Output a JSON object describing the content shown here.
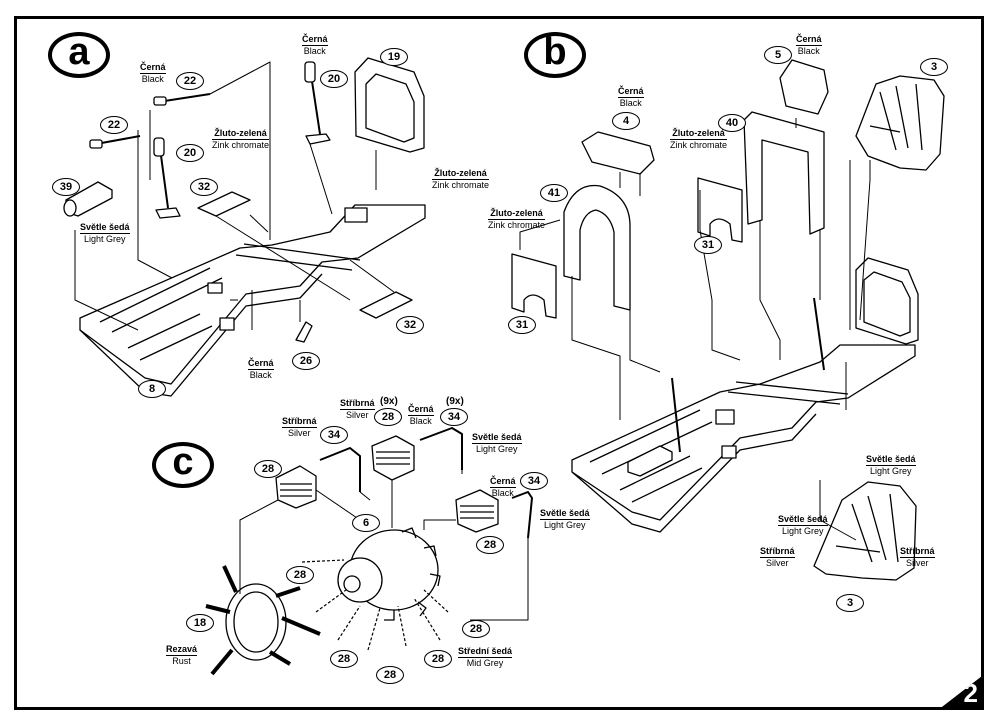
{
  "page_number": "2",
  "steps": {
    "a": "a",
    "b": "b",
    "c": "c"
  },
  "part_numbers": {
    "a_22_top": "22",
    "a_22_left": "22",
    "a_20_left": "20",
    "a_20_right": "20",
    "a_19": "19",
    "a_39": "39",
    "a_32_top": "32",
    "a_32_bottom": "32",
    "a_26": "26",
    "a_8": "8",
    "b_4": "4",
    "b_5": "5",
    "b_3_top": "3",
    "b_40": "40",
    "b_41": "41",
    "b_31_left": "31",
    "b_31_right": "31",
    "b_3_bottom": "3",
    "c_28_top": "28",
    "c_34_top": "34",
    "c_28_left": "28",
    "c_34_left": "34",
    "c_34_right": "34",
    "c_6": "6",
    "c_28_right": "28",
    "c_28_mid": "28",
    "c_18": "18",
    "c_28_r2": "28",
    "c_28_bl": "28",
    "c_28_bm": "28",
    "c_28_bottom": "28"
  },
  "quantities": {
    "q1": "(9x)",
    "q2": "(9x)"
  },
  "colors": {
    "black": {
      "cz": "Černá",
      "en": "Black"
    },
    "yellow_green": {
      "cz": "Žluto-zelená",
      "en": "Zink chromate"
    },
    "light_grey": {
      "cz": "Světle šedá",
      "en": "Light Grey"
    },
    "silver": {
      "cz": "Stříbrná",
      "en": "Silver"
    },
    "mid_grey": {
      "cz": "Střední šedá",
      "en": "Mid Grey"
    },
    "rust": {
      "cz": "Rezavá",
      "en": "Rust"
    }
  }
}
